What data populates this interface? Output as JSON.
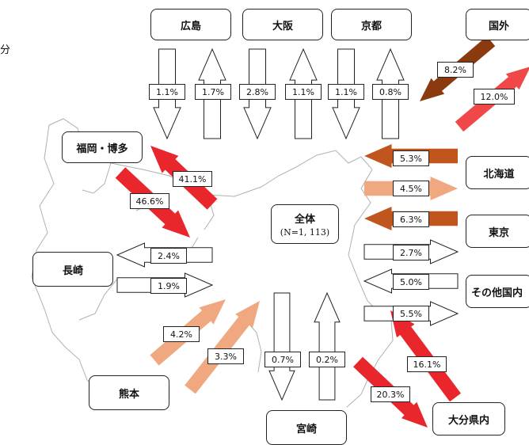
{
  "corner_text": "分",
  "center": {
    "title": "全体",
    "sub": "(N=1, 113)"
  },
  "nodes": {
    "hiroshima": "広島",
    "osaka": "大阪",
    "kyoto": "京都",
    "kokugai": "国外",
    "fukuoka": "福岡・博多",
    "hokkaido": "北海道",
    "tokyo": "東京",
    "nagasaki": "長崎",
    "sonota": "その他国内",
    "kumamoto": "熊本",
    "miyazaki": "宮崎",
    "oita": "大分県内"
  },
  "flows": {
    "hiroshima_in": "1.1%",
    "hiroshima_out": "1.7%",
    "osaka_in": "2.8%",
    "osaka_out": "1.1%",
    "kyoto_in": "1.1%",
    "kyoto_out": "0.8%",
    "kokugai_in": "8.2%",
    "kokugai_out": "12.0%",
    "hokkaido_in": "5.3%",
    "hokkaido_out": "4.5%",
    "tokyo_in": "6.3%",
    "tokyo_out": "2.7%",
    "sonota_in": "5.0%",
    "sonota_out": "5.5%",
    "oita_in": "16.1%",
    "oita_out": "20.3%",
    "fukuoka_in": "41.1%",
    "fukuoka_out": "46.6%",
    "nagasaki_in": "2.4%",
    "nagasaki_out": "1.9%",
    "kumamoto_in": "4.2%",
    "kumamoto_out": "3.3%",
    "miyazaki_in": "0.7%",
    "miyazaki_out": "0.2%"
  },
  "colors": {
    "dark_brown": "#8b3a0f",
    "rust": "#c0561e",
    "peach": "#f0a880",
    "red": "#e8262b",
    "light_red": "#f04848",
    "white": "#ffffff",
    "map_line": "#aaaaaa"
  }
}
